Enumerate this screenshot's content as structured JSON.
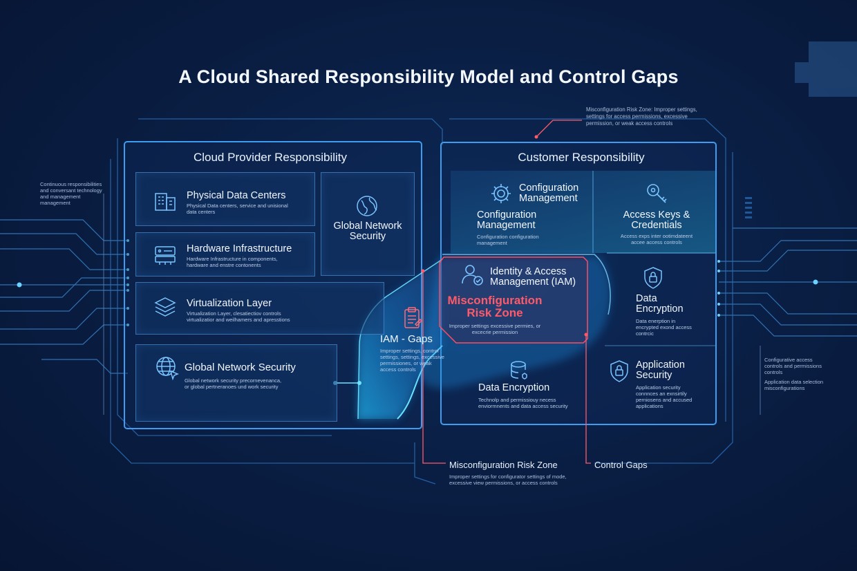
{
  "title": "A Cloud Shared Responsibility Model and Control Gaps",
  "colors": {
    "accent": "#4fb3ff",
    "risk": "#ff4d5e",
    "background": "#0a1f45",
    "glow": "#23c3ff"
  },
  "provider": {
    "title": "Cloud Provider Responsibility",
    "items": [
      {
        "name": "Physical Data Centers",
        "desc": "Physical Data centers, service and unisional data centers",
        "icon": "building-icon"
      },
      {
        "name": "Hardware Infrastructure",
        "desc": "Hardware Infrastructure in components, hardware and enstre contonents",
        "icon": "server-icon"
      },
      {
        "name": "Virtualization Layer",
        "desc": "Virtualization Layer, clesatiectiov controls virtualizatior and weilhamers and apresstions",
        "icon": "layers-icon"
      },
      {
        "name": "Global Network Security",
        "desc": "Global network security precornevenanca, or global pertneranoes und work security",
        "icon": "globe-cursor-icon"
      }
    ],
    "network_box": {
      "name": "Global Network Security",
      "icon": "globe-icon"
    }
  },
  "customer": {
    "title": "Customer Responsibility",
    "config_header": {
      "name": "Configuration Management",
      "icon": "gear-icon"
    },
    "config": {
      "name": "Configuration Management",
      "desc": "Configuration configuration management"
    },
    "access_keys": {
      "name": "Access Keys & Credentials",
      "desc": "Access exps inter ootimdateent accee access controls",
      "icon": "key-icon"
    },
    "iam": {
      "name": "Identity & Access Management (IAM)",
      "icon": "user-check-icon"
    },
    "risk": {
      "name": "Misconfiguration Risk Zone",
      "desc": "Improper settings excessive permies, or excecrie permission"
    },
    "iam_gaps": {
      "name": "IAM - Gaps",
      "desc": "Improper settings, control settings, settings, excessive permissiones, or weak access controls",
      "icon": "clipboard-icon"
    },
    "data_enc_center": {
      "name": "Data Encryption",
      "desc": "Technolp and permissiouy necess enviormnents and data access security",
      "icon": "database-icon"
    },
    "data_enc_right": {
      "name": "Data Encryption",
      "desc": "Data enerption in encrypted exond access contrcic",
      "icon": "lock-shield-icon"
    },
    "app_sec": {
      "name": "Application Security",
      "desc": "Application security connnces an exnsirtily perniosens and accused applications",
      "icon": "shield-lock-icon"
    }
  },
  "callouts": {
    "top_right": "Misconfiguration Risk Zone: Improper settings, settings for access permissions, excessive permission, or weak access controls",
    "left": "Continuous responsibilities and conversant technology and management management",
    "right1": "Configurative access controls and permissions controls",
    "right2": "Application data selection misconfigurations",
    "bottom_risk": {
      "name": "Misconfiguration Risk Zone",
      "desc": "Improper settings for configurator settings of mode, excessive view permissions, or access controls"
    },
    "bottom_gaps": "Control Gaps"
  }
}
